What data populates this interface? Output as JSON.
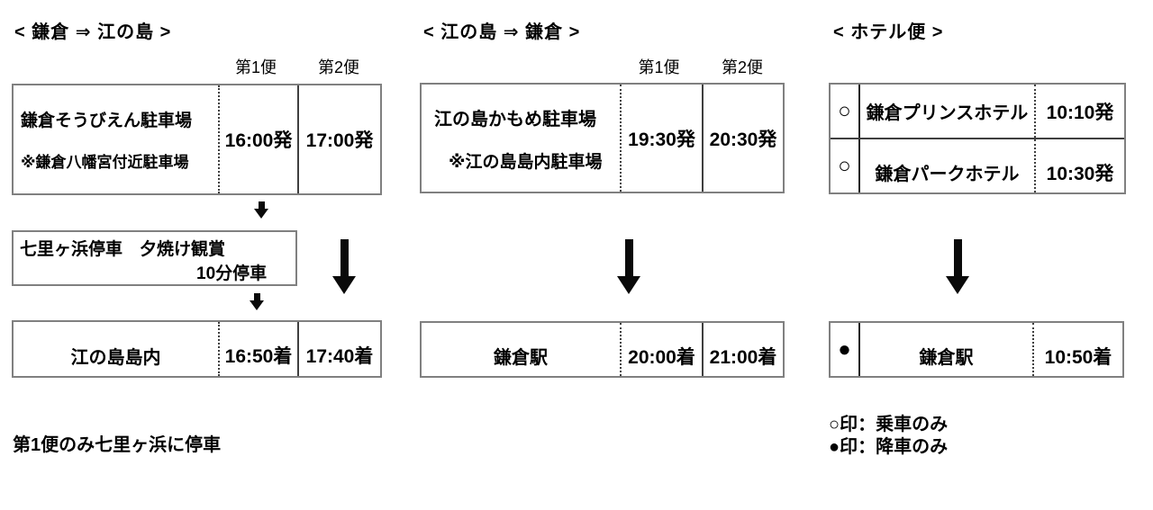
{
  "page": {
    "background": "#ffffff",
    "ink": "#000000",
    "box_border": "#808080"
  },
  "kamakura_to_enoshima": {
    "title": "< 鎌倉 ⇒ 江の島 >",
    "headers": {
      "bus1": "第1便",
      "bus2": "第2便"
    },
    "departure": {
      "name": "鎌倉そうびえん駐車場",
      "note": "※鎌倉八幡宮付近駐車場",
      "bus1": "16:00発",
      "bus2": "17:00発"
    },
    "stopover": {
      "line1": "七里ヶ浜停車　夕焼け観賞",
      "line2": "10分停車"
    },
    "arrival": {
      "name": "江の島島内",
      "bus1": "16:50着",
      "bus2": "17:40着"
    },
    "footnote": "第1便のみ七里ヶ浜に停車"
  },
  "enoshima_to_kamakura": {
    "title": "< 江の島 ⇒ 鎌倉 >",
    "headers": {
      "bus1": "第1便",
      "bus2": "第2便"
    },
    "departure": {
      "name": "江の島かもめ駐車場",
      "note": "※江の島島内駐車場",
      "bus1": "19:30発",
      "bus2": "20:30発"
    },
    "arrival": {
      "name": "鎌倉駅",
      "bus1": "20:00着",
      "bus2": "21:00着"
    }
  },
  "hotel": {
    "title": "< ホテル便 >",
    "stops": [
      {
        "mark": "○",
        "name": "鎌倉プリンスホテル",
        "time": "10:10発"
      },
      {
        "mark": "○",
        "name": "鎌倉パークホテル",
        "time": "10:30発"
      }
    ],
    "arrival": {
      "mark": "●",
      "name": "鎌倉駅",
      "time": "10:50着"
    },
    "legend": {
      "line1": "○印：乗車のみ",
      "line2": "●印：降車のみ"
    }
  }
}
